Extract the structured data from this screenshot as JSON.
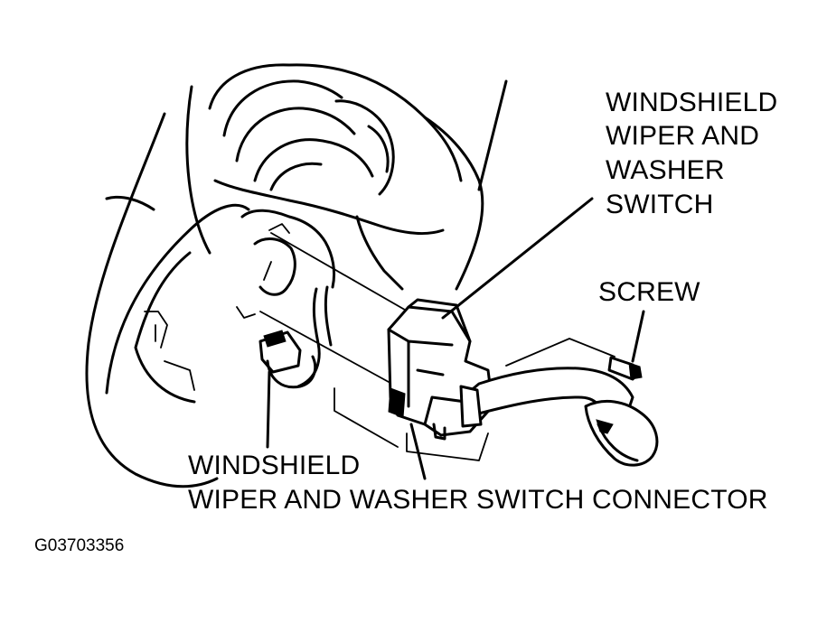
{
  "labels": {
    "switch_line1": "WINDSHIELD",
    "switch_line2": "WIPER AND",
    "switch_line3": "WASHER",
    "switch_line4": "SWITCH",
    "screw": "SCREW",
    "connector_line1": "WINDSHIELD",
    "connector_line2": "WIPER AND WASHER SWITCH CONNECTOR",
    "figure_id": "G03703356"
  },
  "colors": {
    "ink": "#000000",
    "paper": "#ffffff"
  }
}
